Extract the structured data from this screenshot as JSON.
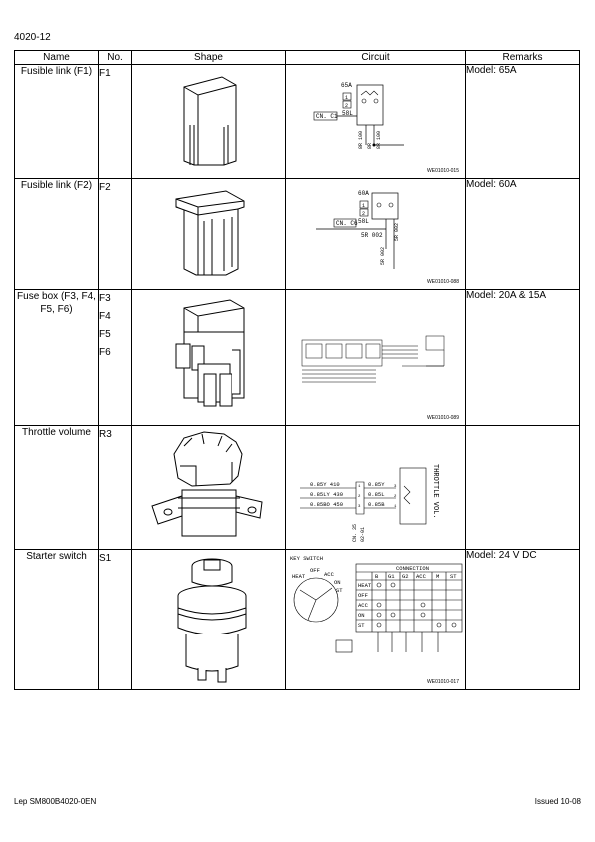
{
  "page_number": "4020-12",
  "table": {
    "headers": {
      "name": "Name",
      "no": "No.",
      "shape": "Shape",
      "circuit": "Circuit",
      "remarks": "Remarks"
    },
    "rows": [
      {
        "name": "Fusible link (F1)",
        "no": [
          "F1"
        ],
        "remarks": "Model: 65A",
        "shape_icon": "fusible-link-icon",
        "circuit": {
          "code": "WE01010-015",
          "labels": [
            "65A",
            "1",
            "2",
            "CN. C1",
            "58L",
            "8R 100",
            "8R",
            "8R 100"
          ]
        }
      },
      {
        "name": "Fusible link (F2)",
        "no": [
          "F2"
        ],
        "remarks": "Model: 60A",
        "shape_icon": "fusible-link-icon",
        "circuit": {
          "code": "WE01010-088",
          "labels": [
            "60A",
            "1",
            "2",
            "CN. C6",
            "58L",
            "5R 002",
            "5R 002",
            "5R 002"
          ]
        }
      },
      {
        "name": "Fuse box  (F3, F4, F5, F6)",
        "no": [
          "F3",
          "F4",
          "F5",
          "F6"
        ],
        "remarks": "Model: 20A & 15A",
        "shape_icon": "fuse-box-icon",
        "circuit": {
          "code": "WE01010-089",
          "labels": []
        }
      },
      {
        "name": "Throttle volume",
        "no": [
          "R3"
        ],
        "remarks": "",
        "shape_icon": "throttle-volume-icon",
        "circuit": {
          "code": "",
          "labels": [
            "0.85Y 410",
            "0.85LY 430",
            "0.85BO 450",
            "0.85Y",
            "0.85L",
            "0.85B",
            "1",
            "2",
            "3",
            "3",
            "2",
            "1",
            "THROTTLE VOL.",
            "CN. 35",
            "02-01"
          ]
        }
      },
      {
        "name": "Starter switch",
        "no": [
          "S1"
        ],
        "remarks": "Model: 24 V DC",
        "shape_icon": "starter-switch-icon",
        "circuit": {
          "code": "WE01010-017",
          "title": "KEY SWITCH",
          "header": "CONNECTION",
          "columns": [
            "B",
            "G1",
            "G2",
            "ACC",
            "M",
            "ST"
          ],
          "positions": [
            "HEAT",
            "OFF",
            "ACC",
            "ON",
            "ST"
          ],
          "dial_labels": [
            "HEAT",
            "OFF",
            "ACC",
            "ON",
            "ST"
          ]
        }
      }
    ]
  },
  "footer": {
    "left": "Lep SM800B4020-0EN",
    "right": "Issued 10-08"
  }
}
